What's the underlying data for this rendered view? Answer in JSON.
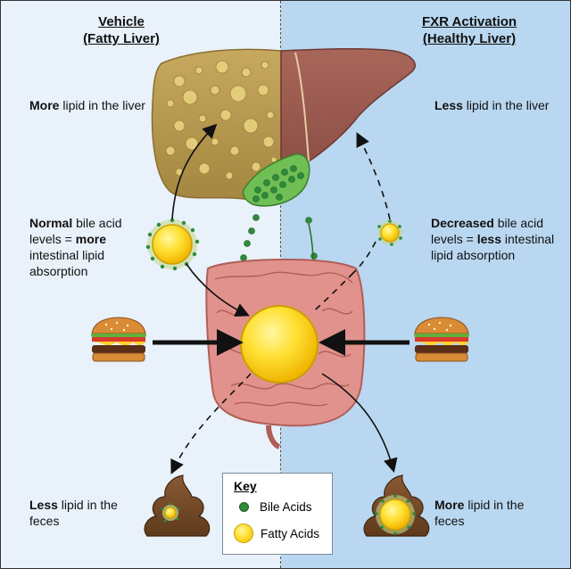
{
  "headers": {
    "left_line1": "Vehicle",
    "left_line2": "(Fatty Liver)",
    "right_line1": "FXR Activation",
    "right_line2": "(Healthy Liver)"
  },
  "left": {
    "liver_bold": "More",
    "liver_rest": " lipid in the liver",
    "bile_bold1": "Normal",
    "bile_mid": " bile acid levels = ",
    "bile_bold2": "more",
    "bile_rest": " intestinal lipid absorption",
    "feces_bold": "Less",
    "feces_rest": " lipid in the feces"
  },
  "right": {
    "liver_bold": "Less",
    "liver_rest": " lipid in the liver",
    "bile_bold1": "Decreased",
    "bile_mid": " bile acid levels = ",
    "bile_bold2": "less",
    "bile_rest": " intestinal lipid absorption",
    "feces_bold": "More",
    "feces_rest": " lipid in the feces"
  },
  "key": {
    "title": "Key",
    "bile_label": "Bile Acids",
    "fatty_label": "Fatty Acids"
  },
  "colors": {
    "left_bg": "#e9f1fa",
    "right_bg": "#b9d7f0",
    "fatty_liver": "#b5964e",
    "healthy_liver": "#9a5a4e",
    "bile_acid": "#2e8b3a",
    "fatty_acid": "#ffe033",
    "intestine": "#e2928c"
  },
  "icons": [
    "liver-icon",
    "gallbladder-icon",
    "intestine-icon",
    "burger-icon",
    "feces-icon",
    "fatty-acid-droplet-icon",
    "bile-acid-dot-icon",
    "arrow-icon"
  ]
}
